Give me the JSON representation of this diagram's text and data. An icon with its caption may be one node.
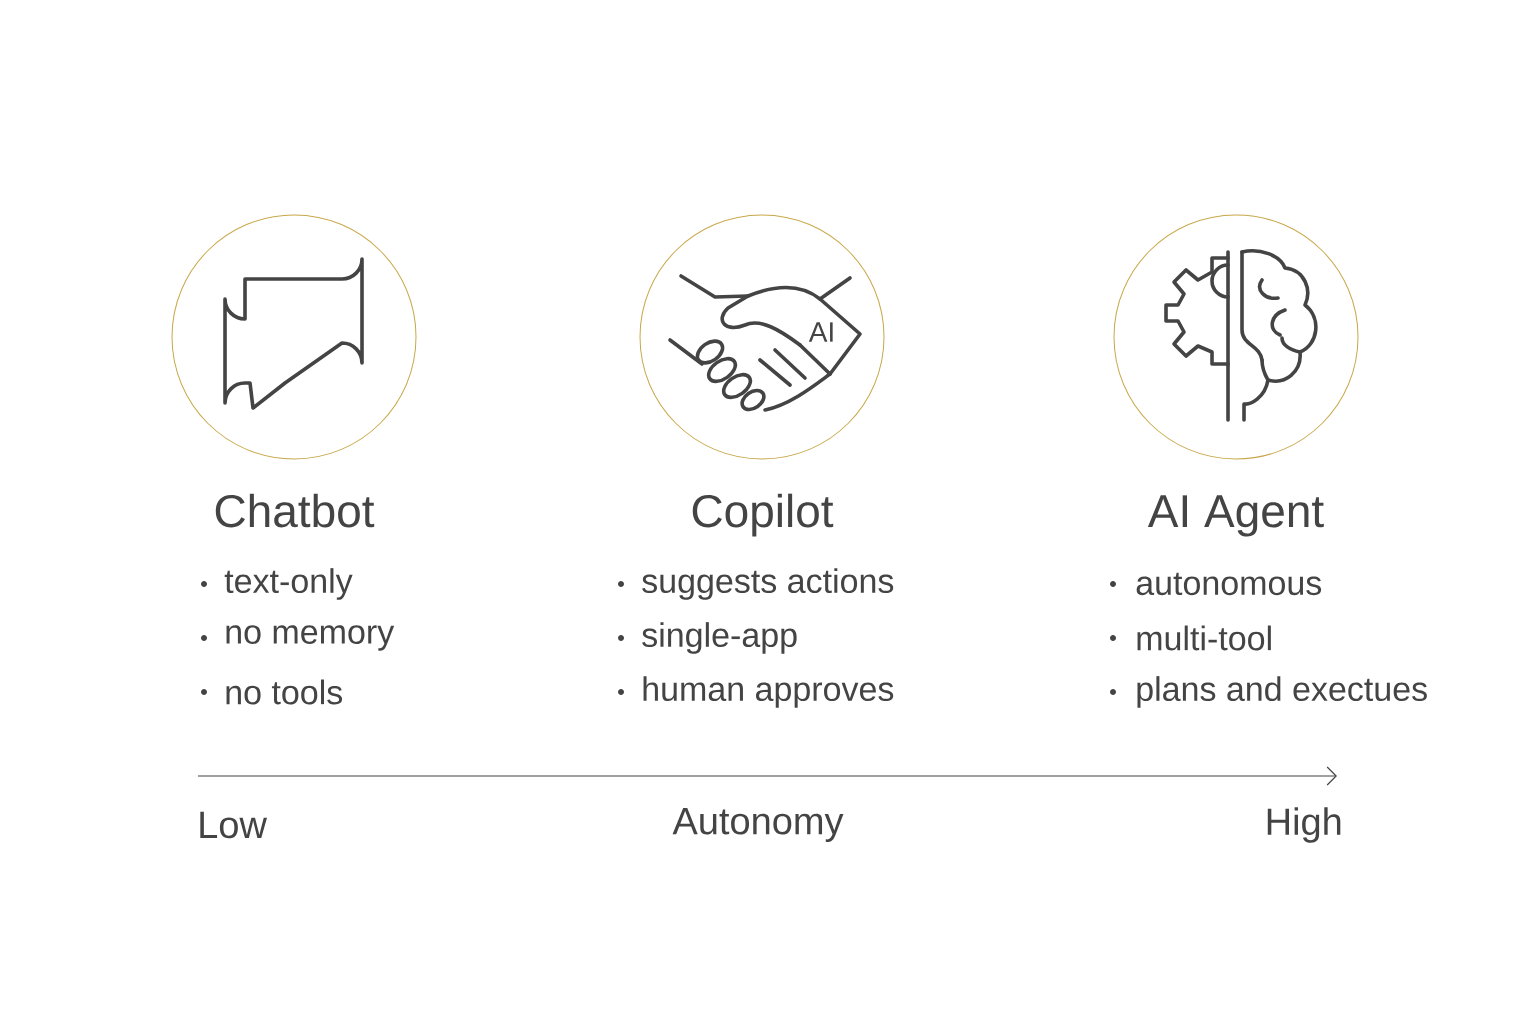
{
  "diagram": {
    "nodes": [
      {
        "text": [
          "Chatbot"
        ],
        "beside": [
          "text-only",
          "no memory",
          "no tools"
        ]
      },
      {
        "text": [
          "Copilot"
        ],
        "beside": [
          "suggests actions",
          "single-app",
          "human approves"
        ]
      },
      {
        "text": [
          "AI Agent"
        ],
        "beside": [
          "autonomous",
          "multi-tool",
          "plans and exectues"
        ]
      }
    ],
    "labels": [
      "AI",
      "Low",
      "Autonomy",
      "High"
    ]
  }
}
